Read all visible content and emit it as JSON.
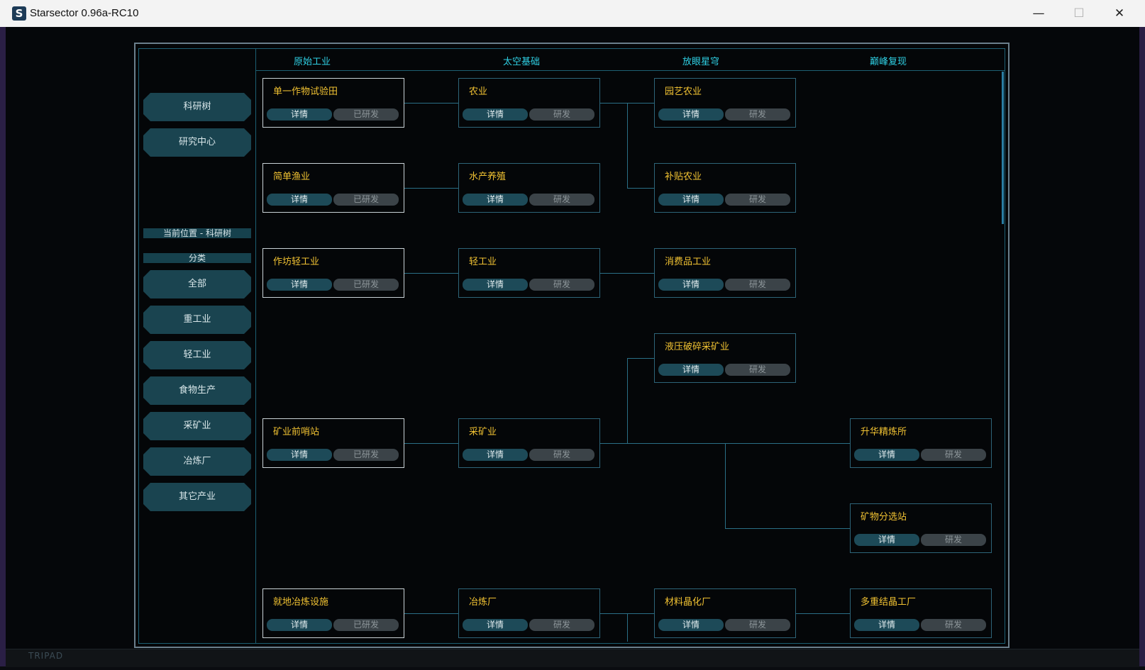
{
  "window": {
    "icon_letter": "S",
    "title": "Starsector 0.96a-RC10",
    "minimize": "—",
    "maximize": "☐",
    "close": "✕"
  },
  "footer": {
    "brand": "TRIPAD"
  },
  "columns": [
    "原始工业",
    "太空基础",
    "放眼星穹",
    "巅峰复现"
  ],
  "sidebar": {
    "research_tree": "科研树",
    "research_center": "研究中心",
    "current_location": "当前位置 - 科研树",
    "category_header": "分类",
    "categories": [
      "全部",
      "重工业",
      "轻工业",
      "食物生产",
      "采矿业",
      "冶炼厂",
      "其它产业"
    ]
  },
  "buttons": {
    "detail": "详情",
    "researched": "已研发",
    "research": "研发"
  },
  "cards": {
    "c0r0": "单一作物试验田",
    "c1r0": "农业",
    "c2r0": "园艺农业",
    "c0r1": "简单渔业",
    "c1r1": "水产养殖",
    "c2r1": "补贴农业",
    "c0r2": "作坊轻工业",
    "c1r2": "轻工业",
    "c2r2": "消费品工业",
    "c2r3": "液压破碎采矿业",
    "c0r4": "矿业前哨站",
    "c1r4": "采矿业",
    "c3r4": "升华精炼所",
    "c3r5": "矿物分选站",
    "c0r6": "就地冶炼设施",
    "c1r6": "冶炼厂",
    "c2r6": "材料晶化厂",
    "c3r6": "多重结晶工厂"
  },
  "colors": {
    "title_text": "#f1c232",
    "column_header": "#2fd0e4",
    "button_detail": "#1d4a58",
    "button_research": "#3b4348",
    "connector": "#2a6f86"
  }
}
